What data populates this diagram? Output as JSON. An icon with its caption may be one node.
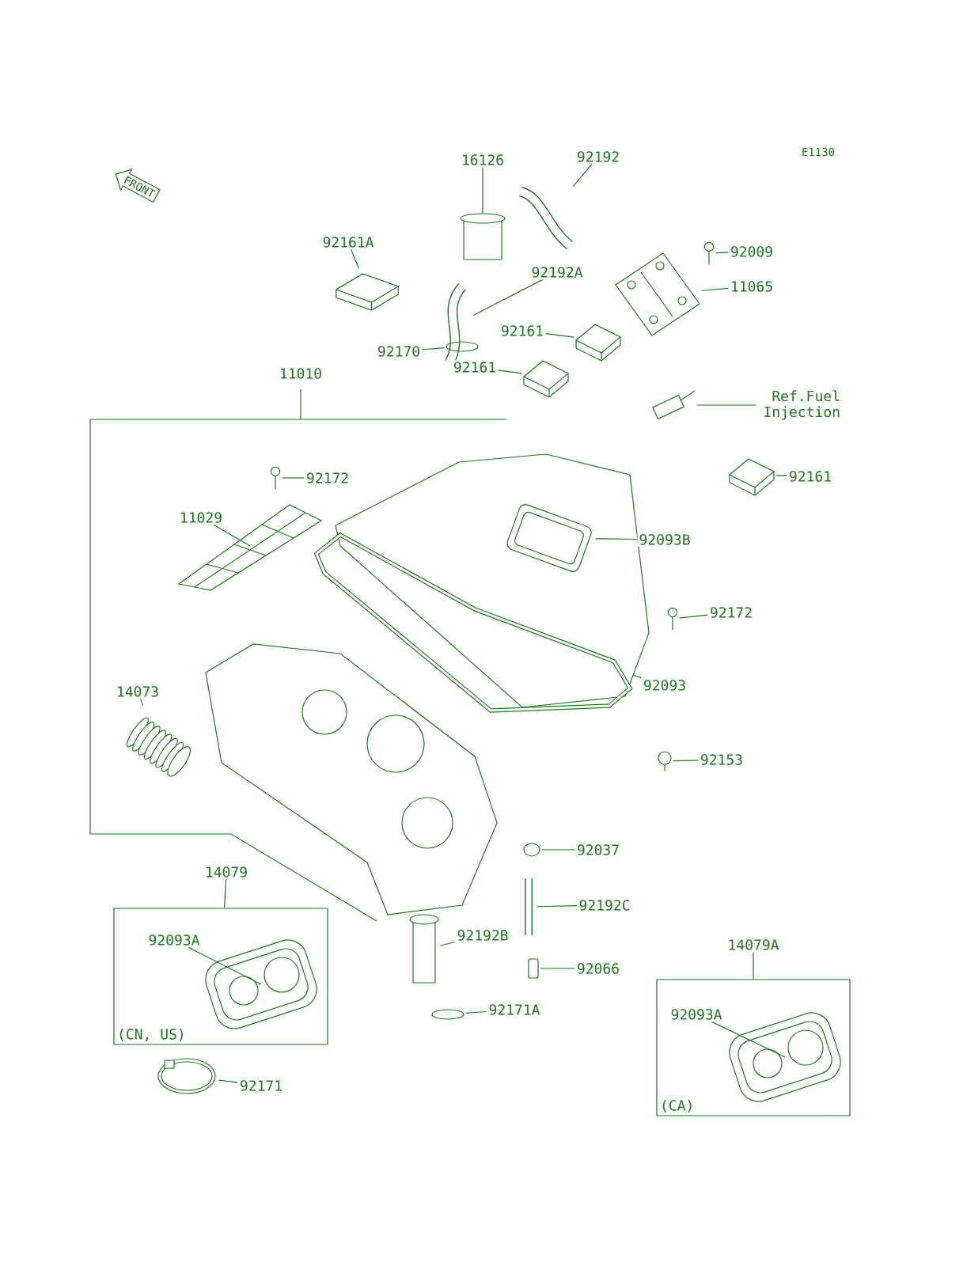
{
  "diagram": {
    "nodes": [
      {
        "text": [
          "16126"
        ]
      },
      {
        "text": [],
        "shape": "cylinder"
      },
      {
        "text": [
          "92192"
        ]
      },
      {
        "text": [],
        "shape": "picture"
      },
      {
        "text": [
          "92161A"
        ]
      },
      {
        "text": [],
        "shape": "picture"
      },
      {
        "text": [
          "92192A"
        ]
      },
      {
        "text": [],
        "shape": "picture"
      },
      {
        "text": [
          "92009"
        ]
      },
      {
        "text": [],
        "shape": "picture"
      },
      {
        "text": [
          "11065"
        ]
      },
      {
        "text": [],
        "shape": "picture"
      },
      {
        "text": [
          "92161"
        ]
      },
      {
        "text": [],
        "shape": "picture"
      },
      {
        "text": [
          "92170"
        ]
      },
      {
        "text": [],
        "shape": "circle"
      },
      {
        "text": [
          "92161"
        ]
      },
      {
        "text": [],
        "shape": "picture"
      },
      {
        "text": [
          "Ref.Fuel Injection"
        ]
      },
      {
        "text": [],
        "shape": "picture"
      },
      {
        "text": [
          "92172"
        ]
      },
      {
        "text": [],
        "shape": "picture"
      },
      {
        "text": [
          "11029"
        ]
      },
      {
        "text": [],
        "shape": "picture"
      },
      {
        "text": [
          "92161"
        ]
      },
      {
        "text": [],
        "shape": "picture"
      },
      {
        "text": [
          "92093B"
        ]
      },
      {
        "text": [],
        "shape": "picture"
      },
      {
        "text": [
          "92172"
        ]
      },
      {
        "text": [],
        "shape": "picture"
      },
      {
        "text": [
          "92093"
        ]
      },
      {
        "text": [],
        "shape": "picture"
      },
      {
        "text": [
          "14073"
        ]
      },
      {
        "text": [],
        "shape": "picture"
      },
      {
        "text": [
          "92153"
        ]
      },
      {
        "text": [],
        "shape": "picture"
      },
      {
        "text": [
          "92037"
        ]
      },
      {
        "text": [],
        "shape": "circle"
      },
      {
        "text": [
          "92192C"
        ]
      },
      {
        "text": [],
        "shape": "picture"
      },
      {
        "text": [
          "92192B"
        ]
      },
      {
        "text": [],
        "shape": "cylinder"
      },
      {
        "text": [
          "92066"
        ]
      },
      {
        "text": [],
        "shape": "box"
      },
      {
        "text": [
          "14079"
        ]
      },
      {
        "text": [
          "(CN, US)"
        ]
      },
      {
        "text": [
          "92093A"
        ],
        "in": 45
      },
      {
        "text": [],
        "shape": "picture",
        "in": 45
      },
      {
        "text": [
          "92171A"
        ]
      },
      {
        "text": [],
        "shape": "circle"
      },
      {
        "text": [
          "92171"
        ]
      },
      {
        "text": [],
        "shape": "picture"
      },
      {
        "text": [
          "14079A"
        ]
      },
      {
        "text": [
          "(CA)"
        ]
      },
      {
        "text": [
          "92093A"
        ],
        "in": 53
      },
      {
        "text": [],
        "shape": "picture",
        "in": 53
      }
    ],
    "edges": [
      {
        "from": 0,
        "to": 1,
        "arrow": "none"
      },
      {
        "from": 2,
        "to": 3,
        "arrow": "none"
      },
      {
        "from": 4,
        "to": 5,
        "arrow": "none"
      },
      {
        "from": 6,
        "to": 7,
        "arrow": "none"
      },
      {
        "from": 8,
        "to": 9,
        "arrow": "none"
      },
      {
        "from": 10,
        "to": 11,
        "arrow": "none"
      },
      {
        "from": 12,
        "to": 13,
        "arrow": "none"
      },
      {
        "from": 14,
        "to": 15,
        "arrow": "none"
      },
      {
        "from": 16,
        "to": 17,
        "arrow": "none"
      },
      {
        "from": 18,
        "to": 19,
        "arrow": "none"
      },
      {
        "from": 20,
        "to": 21,
        "arrow": "none"
      },
      {
        "from": 22,
        "to": 23,
        "arrow": "none"
      },
      {
        "from": 24,
        "to": 25,
        "arrow": "none"
      },
      {
        "from": 26,
        "to": 27,
        "arrow": "none"
      },
      {
        "from": 28,
        "to": 29,
        "arrow": "none"
      },
      {
        "from": 30,
        "to": 31,
        "arrow": "none"
      },
      {
        "from": 32,
        "to": 33,
        "arrow": "none"
      },
      {
        "from": 34,
        "to": 35,
        "arrow": "none"
      },
      {
        "from": 36,
        "to": 37,
        "arrow": "none"
      },
      {
        "from": 38,
        "to": 39,
        "arrow": "none"
      },
      {
        "from": 40,
        "to": 41,
        "arrow": "none"
      },
      {
        "from": 42,
        "to": 43,
        "arrow": "none"
      },
      {
        "from": 44,
        "to": 45,
        "arrow": "none"
      },
      {
        "from": 46,
        "to": 47,
        "arrow": "none"
      },
      {
        "from": 48,
        "to": 49,
        "arrow": "none"
      },
      {
        "from": 50,
        "to": 51,
        "arrow": "none"
      },
      {
        "from": 52,
        "to": 53,
        "arrow": "none"
      },
      {
        "from": 54,
        "to": 55,
        "arrow": "none"
      }
    ],
    "labels": [
      "E1130",
      "FRONT",
      "11010"
    ]
  }
}
